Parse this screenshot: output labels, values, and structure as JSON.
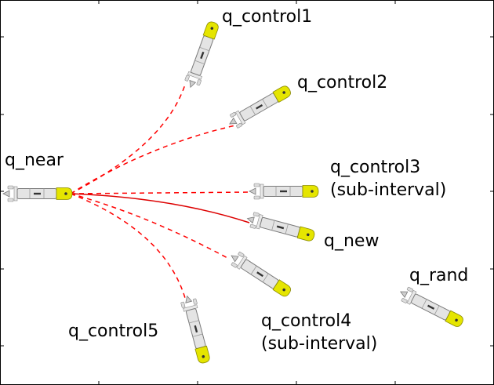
{
  "colors": {
    "tree_edge": "#ff0000",
    "chosen_edge": "#dd0000",
    "nose": "#e5e500",
    "body": "#e4e4e4",
    "outline": "#7a7a7a",
    "frame": "#000000"
  },
  "icons": {
    "robot": "satellite-robot-icon"
  },
  "edges": [
    {
      "id": "to-control1",
      "style": "dashed"
    },
    {
      "id": "to-control2",
      "style": "dashed"
    },
    {
      "id": "to-control3",
      "style": "dashed"
    },
    {
      "id": "to-new",
      "style": "solid"
    },
    {
      "id": "to-control4",
      "style": "dashed"
    },
    {
      "id": "to-control5",
      "style": "dashed"
    }
  ],
  "labels": {
    "q_near": "q_near",
    "q_control1": "q_control1",
    "q_control2": "q_control2",
    "q_control3": "q_control3",
    "q_control3_note": "(sub-interval)",
    "q_new": "q_new",
    "q_control4": "q_control4",
    "q_control4_note": "(sub-interval)",
    "q_control5": "q_control5",
    "q_rand": "q_rand"
  }
}
